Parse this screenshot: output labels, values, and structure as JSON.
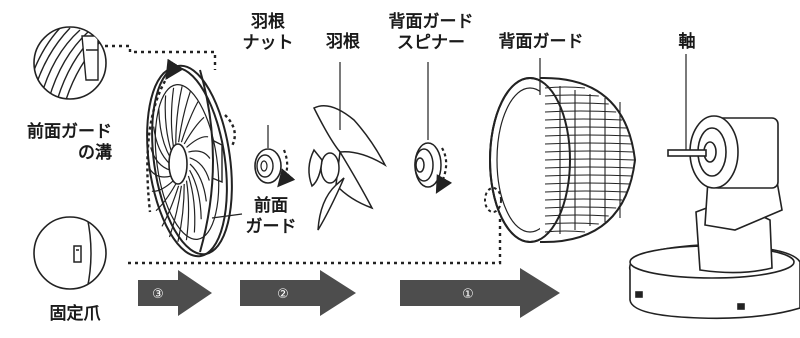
{
  "labels": {
    "blade_nut_1": "羽根",
    "blade_nut_2": "ナット",
    "blade": "羽根",
    "rear_spinner_1": "背面ガード",
    "rear_spinner_2": "スピナー",
    "rear_guard": "背面ガード",
    "shaft": "軸",
    "front_groove_1": "前面ガード",
    "front_groove_2": "の溝",
    "front_guard_1": "前面",
    "front_guard_2": "ガード",
    "claw": "固定爪"
  },
  "steps": [
    {
      "number": "③"
    },
    {
      "number": "②"
    },
    {
      "number": "①"
    }
  ],
  "colors": {
    "arrow": "#4d4d4d",
    "line": "#222222",
    "product": "#ffffff"
  }
}
